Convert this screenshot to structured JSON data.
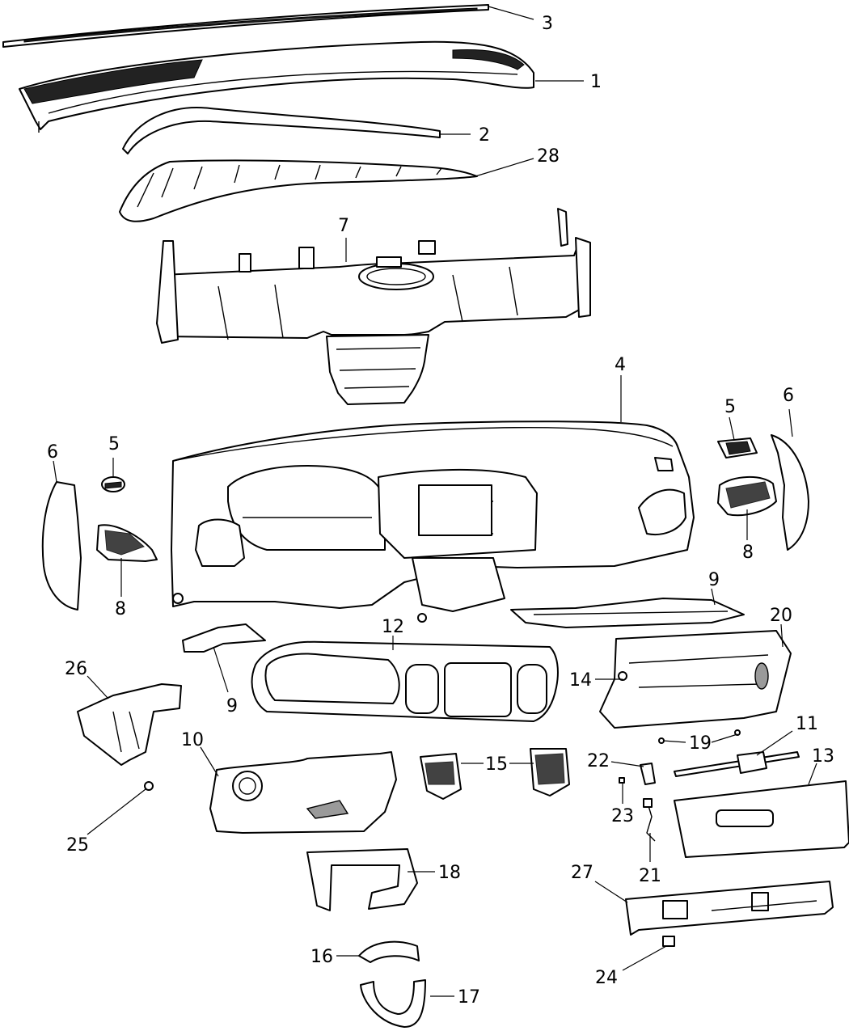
{
  "callouts": {
    "c1": "1",
    "c2": "2",
    "c3": "3",
    "c4": "4",
    "c5a": "5",
    "c5b": "5",
    "c6a": "6",
    "c6b": "6",
    "c7": "7",
    "c8a": "8",
    "c8b": "8",
    "c9a": "9",
    "c9b": "9",
    "c10": "10",
    "c11": "11",
    "c12": "12",
    "c13": "13",
    "c14": "14",
    "c15": "15",
    "c16": "16",
    "c17": "17",
    "c18": "18",
    "c19": "19",
    "c20": "20",
    "c21": "21",
    "c22": "22",
    "c23": "23",
    "c24": "24",
    "c25": "25",
    "c26": "26",
    "c27": "27",
    "c28": "28"
  }
}
